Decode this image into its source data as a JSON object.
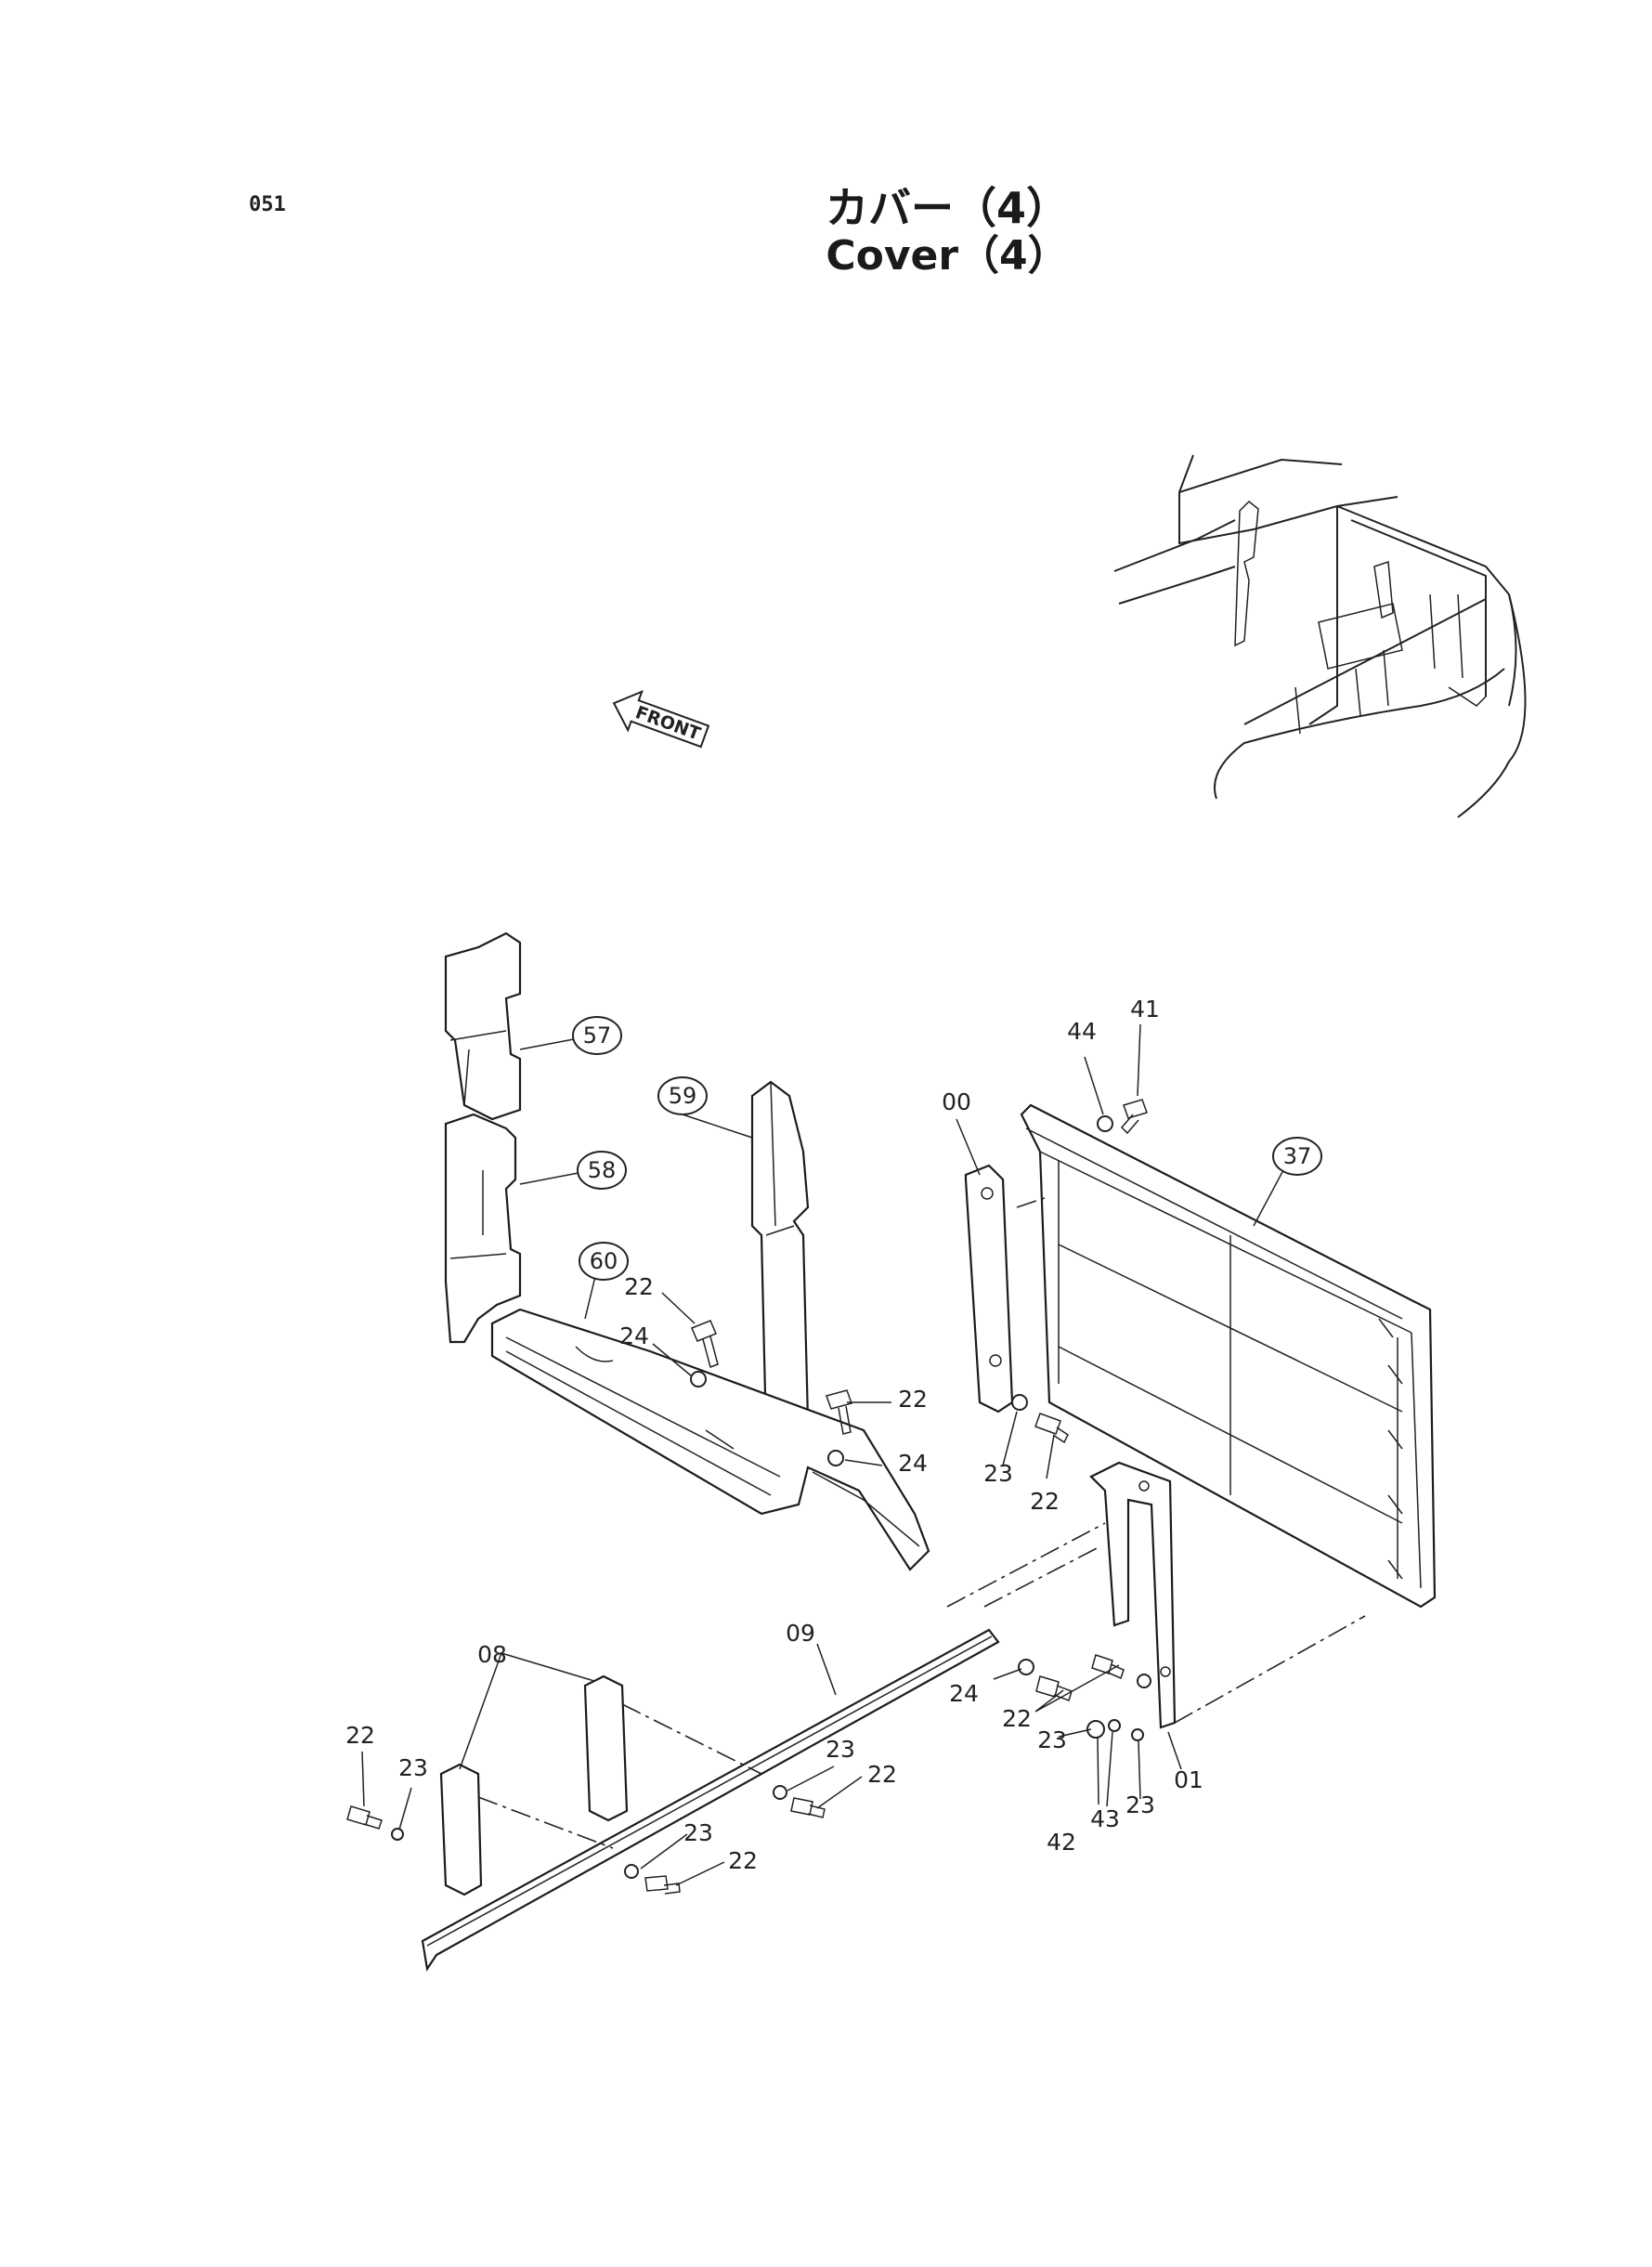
{
  "page": {
    "number": "051",
    "title_jp": "カバー（4）",
    "title_en": "Cover（4）"
  },
  "front_arrow": {
    "label": "FRONT",
    "icon": "front-arrow-icon"
  },
  "labels": [
    {
      "id": "57",
      "text": "57",
      "circled": true
    },
    {
      "id": "58",
      "text": "58",
      "circled": true
    },
    {
      "id": "59",
      "text": "59",
      "circled": true
    },
    {
      "id": "60",
      "text": "60",
      "circled": true
    },
    {
      "id": "37",
      "text": "37",
      "circled": true
    },
    {
      "id": "00",
      "text": "00",
      "circled": false
    },
    {
      "id": "44",
      "text": "44",
      "circled": false
    },
    {
      "id": "41",
      "text": "41",
      "circled": false
    },
    {
      "id": "22a",
      "text": "22",
      "circled": false
    },
    {
      "id": "24a",
      "text": "24",
      "circled": false
    },
    {
      "id": "22b",
      "text": "22",
      "circled": false
    },
    {
      "id": "24b",
      "text": "24",
      "circled": false
    },
    {
      "id": "23a",
      "text": "23",
      "circled": false
    },
    {
      "id": "22c",
      "text": "22",
      "circled": false
    },
    {
      "id": "09",
      "text": "09",
      "circled": false
    },
    {
      "id": "08",
      "text": "08",
      "circled": false
    },
    {
      "id": "24c",
      "text": "24",
      "circled": false
    },
    {
      "id": "22d",
      "text": "22",
      "circled": false
    },
    {
      "id": "23b",
      "text": "23",
      "circled": false
    },
    {
      "id": "01",
      "text": "01",
      "circled": false
    },
    {
      "id": "23c",
      "text": "23",
      "circled": false
    },
    {
      "id": "42",
      "text": "42",
      "circled": false
    },
    {
      "id": "43",
      "text": "43",
      "circled": false
    },
    {
      "id": "22e",
      "text": "22",
      "circled": false
    },
    {
      "id": "23d",
      "text": "23",
      "circled": false
    },
    {
      "id": "23e",
      "text": "23",
      "circled": false
    },
    {
      "id": "22f",
      "text": "22",
      "circled": false
    },
    {
      "id": "23f",
      "text": "23",
      "circled": false
    },
    {
      "id": "22g",
      "text": "22",
      "circled": false
    }
  ]
}
